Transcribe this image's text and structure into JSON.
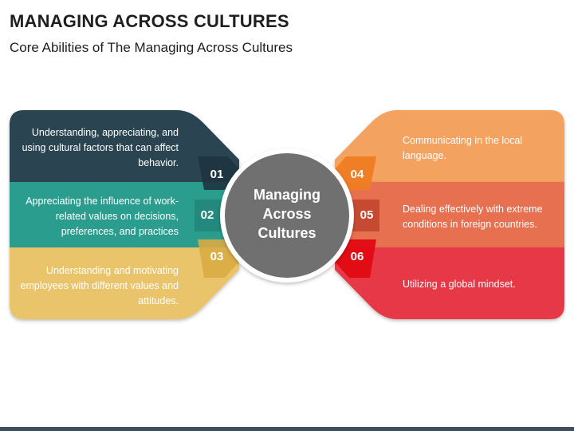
{
  "title": "MANAGING ACROSS CULTURES",
  "subtitle": "Core Abilities of The Managing Across Cultures",
  "center": {
    "label": "Managing\nAcross\nCultures"
  },
  "items": [
    {
      "number": "01",
      "text": "Understanding, appreciating, and using cultural factors that can affect behavior.",
      "color": "#2a4451"
    },
    {
      "number": "02",
      "text": "Appreciating the influence of work-related values on decisions, preferences, and practices",
      "color": "#2a9d8f"
    },
    {
      "number": "03",
      "text": "Understanding and motivating employees with different values and attitudes.",
      "color": "#e9c46a"
    },
    {
      "number": "04",
      "text": "Communicating in the local language.",
      "color": "#f4a261"
    },
    {
      "number": "05",
      "text": "Dealing effectively with extreme conditions in foreign countries.",
      "color": "#e76f51"
    },
    {
      "number": "06",
      "text": "Utilizing a global mindset.",
      "color": "#e63946"
    }
  ],
  "colors": {
    "dark_teal": "#2a4451",
    "teal": "#2a9d8f",
    "yellow": "#e9c46a",
    "orange_light": "#f4a261",
    "orange": "#e76f51",
    "red": "#e63946",
    "center_gray": "#707070"
  }
}
